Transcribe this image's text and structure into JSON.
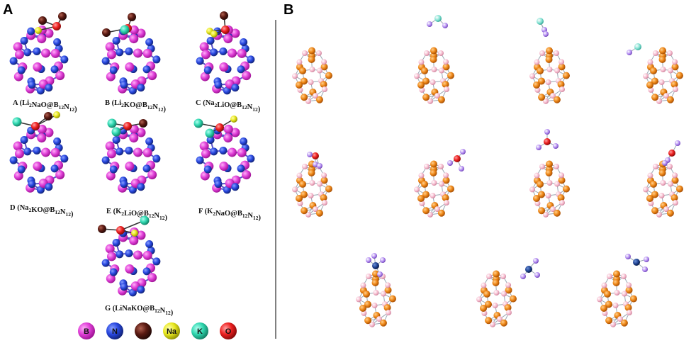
{
  "panels": {
    "a_label": "A",
    "b_label": "B"
  },
  "captions": [
    {
      "letter": "A",
      "pre": "Li",
      "s1": "2",
      "mid": "NaO@B",
      "s2": "12",
      "post": "N",
      "s3": "12"
    },
    {
      "letter": "B",
      "pre": "Li",
      "s1": "2",
      "mid": "KO@B",
      "s2": "12",
      "post": "N",
      "s3": "12"
    },
    {
      "letter": "C",
      "pre": "Na",
      "s1": "2",
      "mid": "LiO@B",
      "s2": "12",
      "post": "N",
      "s3": "12"
    },
    {
      "letter": "D",
      "pre": "Na",
      "s1": "2",
      "mid": "KO@B",
      "s2": "12",
      "post": "N",
      "s3": "12"
    },
    {
      "letter": "E",
      "pre": "K",
      "s1": "2",
      "mid": "LiO@B",
      "s2": "12",
      "post": "N",
      "s3": "12"
    },
    {
      "letter": "F",
      "pre": "K",
      "s1": "2",
      "mid": "NaO@B",
      "s2": "12",
      "post": "N",
      "s3": "12"
    },
    {
      "letter": "G",
      "pre": "LiNaKO@B",
      "s1": "12",
      "mid": "N",
      "s2": "12",
      "post": "",
      "s3": ""
    }
  ],
  "legend": [
    {
      "symbol": "B",
      "color": "#e040d8",
      "text_color": "#111111"
    },
    {
      "symbol": "N",
      "color": "#2848e0",
      "text_color": "#111111"
    },
    {
      "symbol": "",
      "color": "#5a1a12",
      "text_color": "#111111"
    },
    {
      "symbol": "Na",
      "color": "#e8e820",
      "text_color": "#111111"
    },
    {
      "symbol": "K",
      "color": "#30d8b0",
      "text_color": "#111111"
    },
    {
      "symbol": "O",
      "color": "#ee2020",
      "text_color": "#111111"
    }
  ],
  "colors": {
    "boron": "#e040d8",
    "nitrogen": "#2848e0",
    "lithium": "#5a1a12",
    "sodium": "#e8e820",
    "potassium": "#30d8b0",
    "oxygen": "#ee2020",
    "b_panel_boron": "#f5b8cc",
    "b_panel_nitrogen": "#f08a1a",
    "b_panel_adsorbate": "#b088f0",
    "b_panel_teal": "#7ee0d0",
    "b_panel_oxygen": "#e82010",
    "b_panel_navy": "#1a3c8a"
  }
}
